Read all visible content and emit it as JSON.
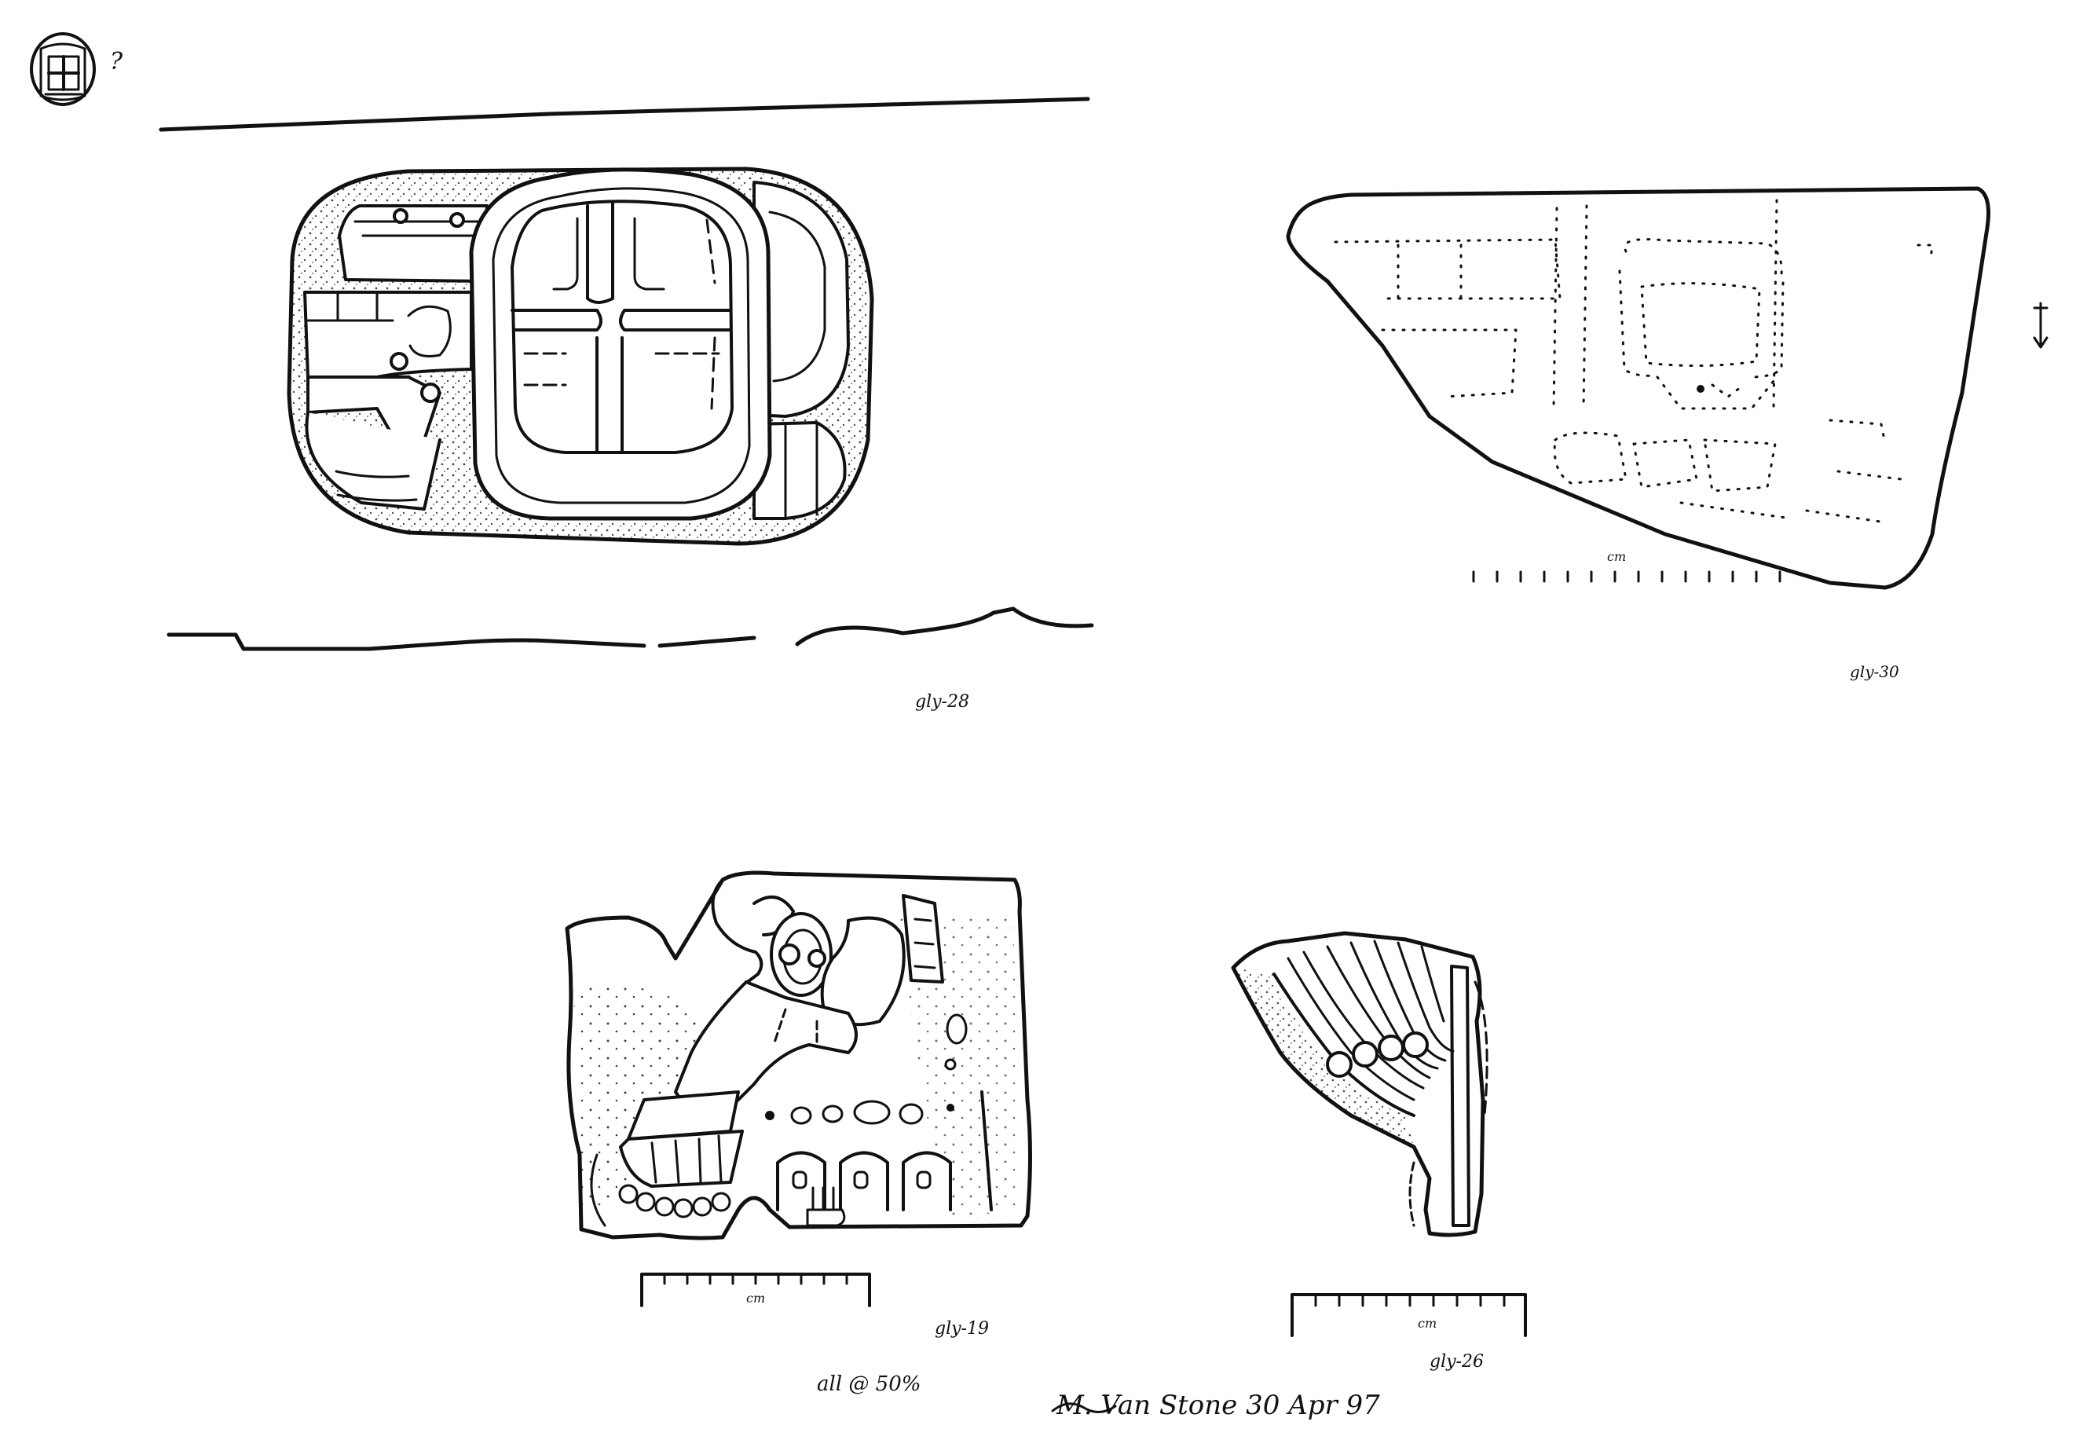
{
  "sheet": {
    "background": "#ffffff",
    "ink": "#111111",
    "fragments": [
      {
        "id": "glyph-28",
        "label": "gly-28",
        "has_scale_bar": false
      },
      {
        "id": "glyph-30",
        "label": "gly-30",
        "has_scale_bar": true,
        "scale_unit": "cm",
        "orientation_mark": "up-down-arrow"
      },
      {
        "id": "glyph-19",
        "label": "gly-19",
        "has_scale_bar": true,
        "scale_unit": "cm"
      },
      {
        "id": "glyph-26",
        "label": "gly-26",
        "has_scale_bar": true,
        "scale_unit": "cm"
      }
    ],
    "reference_glyph": {
      "query_mark": "?"
    },
    "scale_note": "all @ 50%",
    "signature": "M. Van Stone 30 Apr 97"
  }
}
